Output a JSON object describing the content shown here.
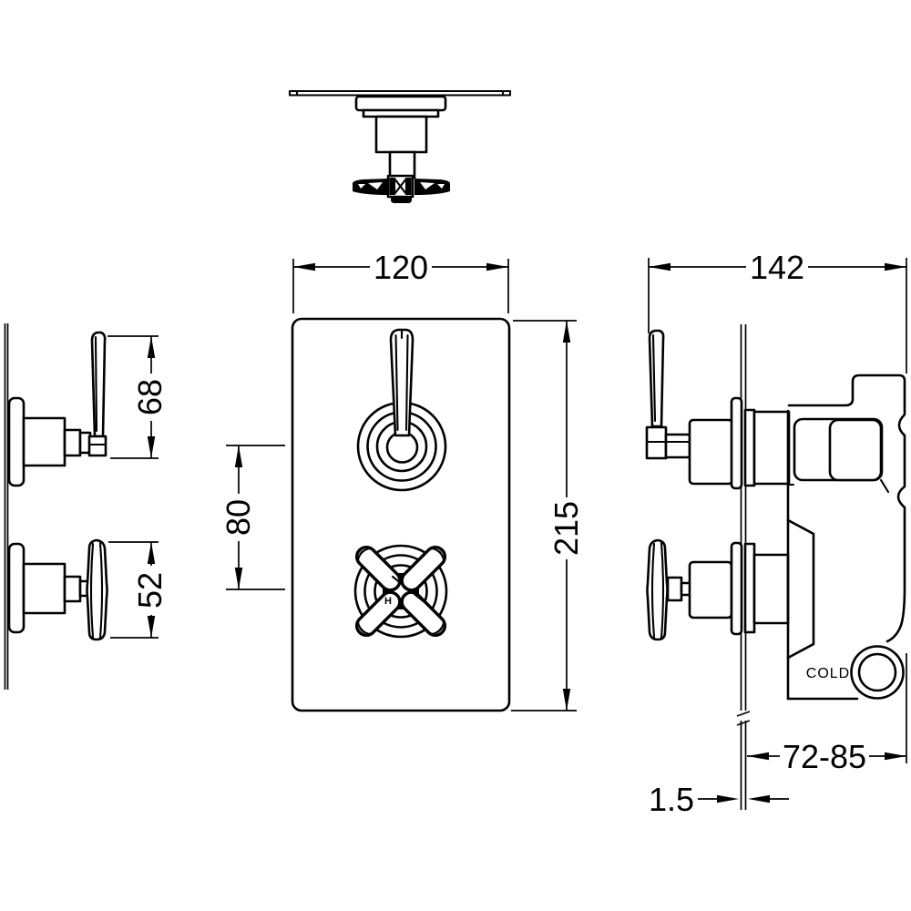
{
  "drawing": {
    "colors": {
      "background": "#ffffff",
      "line": "#000000"
    },
    "front_view": {
      "plate_width": "120",
      "plate_height": "215",
      "handle_centres": "80",
      "hot_marking": "H"
    },
    "left_views": {
      "lever_handle_projection": "68",
      "cross_handle_projection": "52"
    },
    "right_view": {
      "overall_depth": "142",
      "recessed_depth_range": "72-85",
      "plate_thickness": "1.5",
      "cold_inlet_label": "COLD"
    }
  }
}
